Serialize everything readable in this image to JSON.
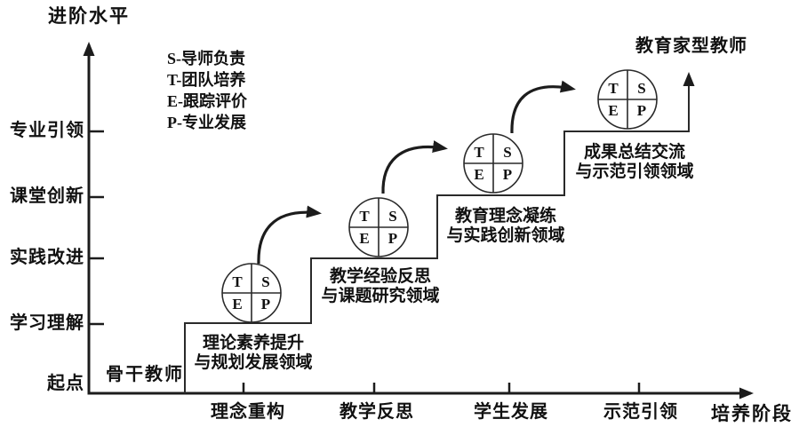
{
  "y_axis": {
    "title": "进阶水平",
    "ticks": [
      "专业引领",
      "课堂创新",
      "实践改进",
      "学习理解",
      "起点"
    ]
  },
  "x_axis": {
    "title": "培养阶段",
    "ticks": [
      "理念重构",
      "教学反思",
      "学生发展",
      "示范引领"
    ]
  },
  "legend": {
    "items": [
      "S-导师负责",
      "T-团队培养",
      "E-跟踪评价",
      "P-专业发展"
    ]
  },
  "start_label": "骨干教师",
  "goal_label": "教育家型教师",
  "steps": [
    {
      "line1": "理论素养提升",
      "line2": "与规划发展领域"
    },
    {
      "line1": "教学经验反思",
      "line2": "与课题研究领域"
    },
    {
      "line1": "教育理念凝练",
      "line2": "与实践创新领域"
    },
    {
      "line1": "成果总结交流",
      "line2": "与示范引领领域"
    }
  ],
  "circle_quadrants": {
    "tl": "T",
    "tr": "S",
    "bl": "E",
    "br": "P"
  },
  "colors": {
    "line": "#1c1c1c",
    "text": "#111111",
    "background": "#ffffff"
  }
}
